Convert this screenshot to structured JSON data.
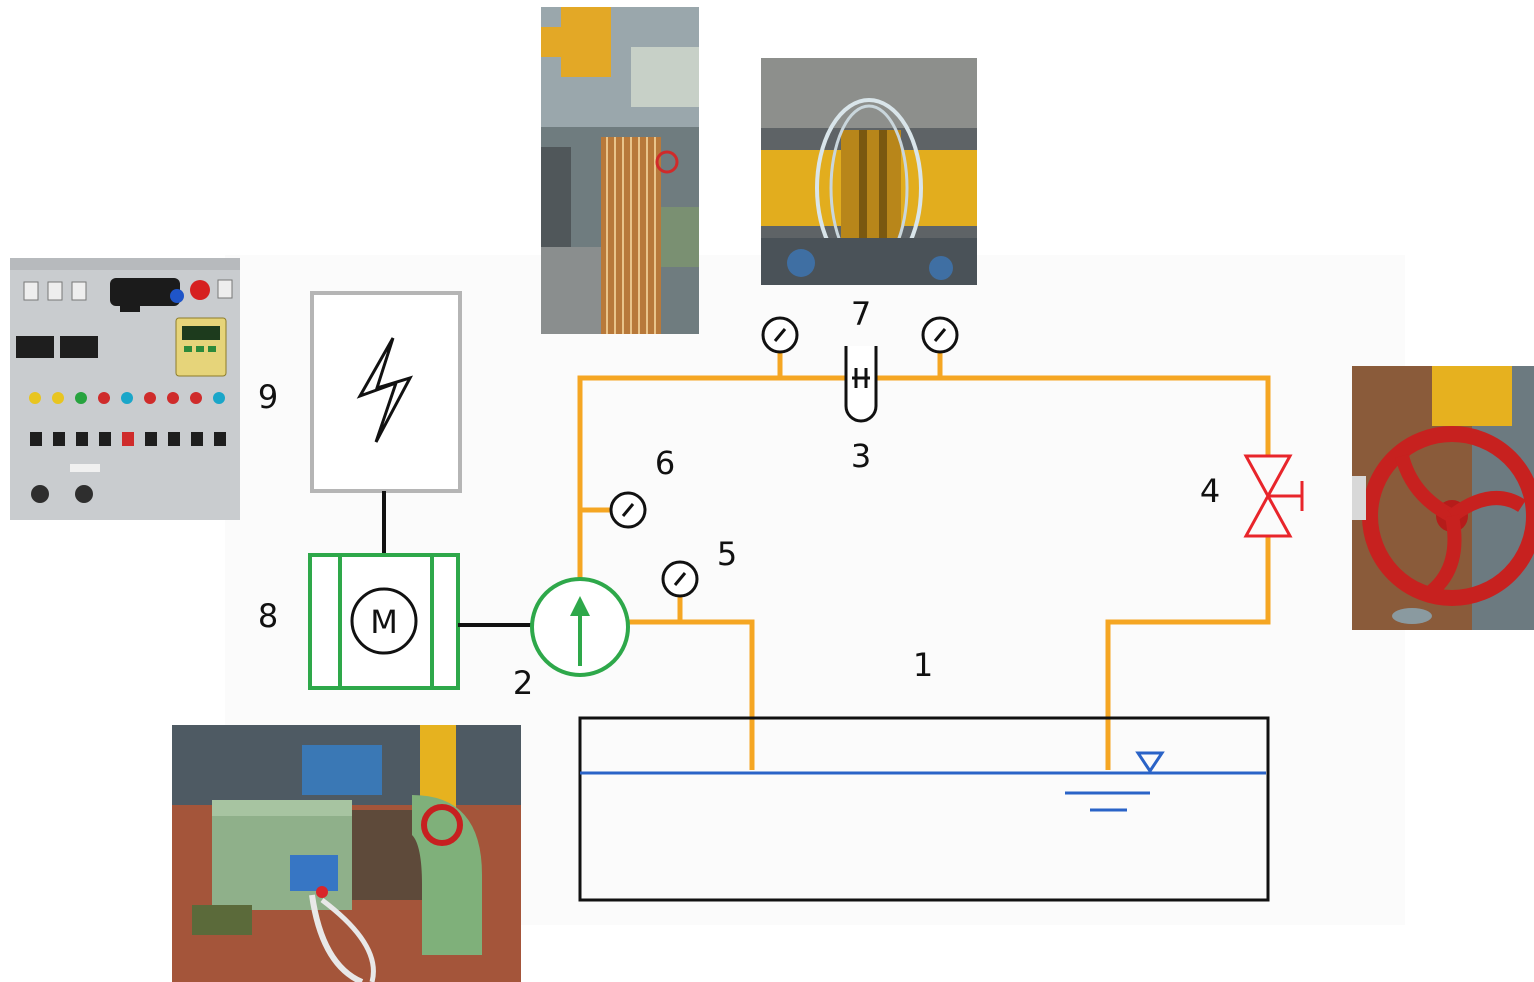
{
  "labels": {
    "tank": "1",
    "pump": "2",
    "flow_meter": "3",
    "valve": "4",
    "suction_gauge": "5",
    "discharge_gauge": "6",
    "differential_gauges": "7",
    "motor": "8",
    "power_supply": "9"
  },
  "symbols": {
    "motor_letter": "M"
  },
  "colors": {
    "pipe": "#f5a623",
    "motor": "#2ea84a",
    "pump": "#2ea84a",
    "valve": "#e8252b",
    "water": "#2a63c7",
    "panel_border": "#b5b5b5",
    "outline": "#111111"
  },
  "photos": [
    "control-panel-photo",
    "manometer-tubes-photo",
    "orifice-flange-photo",
    "valve-handwheel-photo",
    "pump-motor-photo"
  ]
}
